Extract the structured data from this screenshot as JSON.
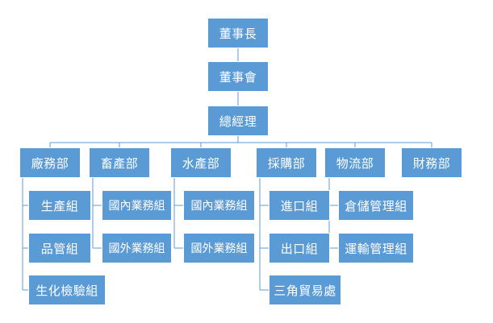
{
  "nodes": {
    "chairman": "董事長",
    "board": "董事會",
    "gm": "總經理",
    "dept_factory": "廠務部",
    "dept_livestock": "畜產部",
    "dept_aquatic": "水產部",
    "dept_purchase": "採購部",
    "dept_logistics": "物流部",
    "dept_finance": "財務部",
    "factory_production": "生產組",
    "factory_quality": "品管組",
    "factory_lab": "生化檢驗組",
    "livestock_domestic": "國內業務組",
    "livestock_foreign": "國外業務組",
    "aquatic_domestic": "國內業務組",
    "aquatic_foreign": "國外業務組",
    "purchase_import": "進口組",
    "purchase_export": "出口組",
    "purchase_triangle": "三角貿易處",
    "logistics_warehouse": "倉儲管理組",
    "logistics_transport": "運輸管理組"
  },
  "colors": {
    "box_fill": "#5b9bd5",
    "box_text": "#ffffff",
    "connector": "#5b9bd5"
  }
}
